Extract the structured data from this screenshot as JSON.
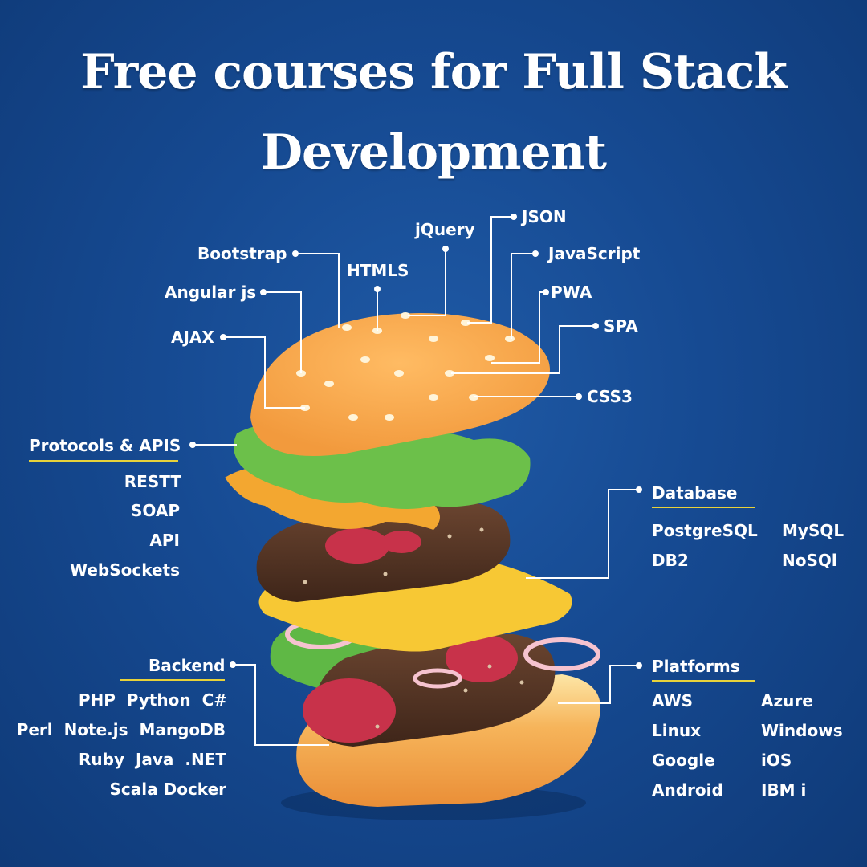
{
  "title": {
    "line1": "Free courses for Full Stack",
    "line2": "Development"
  },
  "frontend": {
    "bootstrap": "Bootstrap",
    "htmls": "HTMLS",
    "jquery": "jQuery",
    "json": "JSON",
    "javascript": "JavaScript",
    "angular": "Angular js",
    "pwa": "PWA",
    "ajax": "AJAX",
    "spa": "SPA",
    "css3": "CSS3"
  },
  "protocols": {
    "heading": "Protocols & APIS",
    "items": [
      "RESTT",
      "SOAP",
      "API",
      "WebSockets"
    ]
  },
  "database": {
    "heading": "Database",
    "items": [
      "PostgreSQL",
      "MySQL",
      "DB2",
      "NoSQl"
    ]
  },
  "backend": {
    "heading": "Backend",
    "rows": [
      "PHP  Python  C#",
      "Perl  Note.js  MangoDB",
      "Ruby  Java  .NET",
      "Scala Docker"
    ]
  },
  "platforms": {
    "heading": "Platforms",
    "items": [
      "AWS",
      "Azure",
      "Linux",
      "Windows",
      "Google",
      "iOS",
      "Android",
      "IBM i"
    ]
  },
  "colors": {
    "background": "#164a92",
    "accent_underline": "#e8d23a",
    "bun": "#f6a44a",
    "lettuce": "#6cc04a",
    "patty": "#5a3a28",
    "cheese": "#f7c834",
    "tomato": "#c8324a"
  }
}
